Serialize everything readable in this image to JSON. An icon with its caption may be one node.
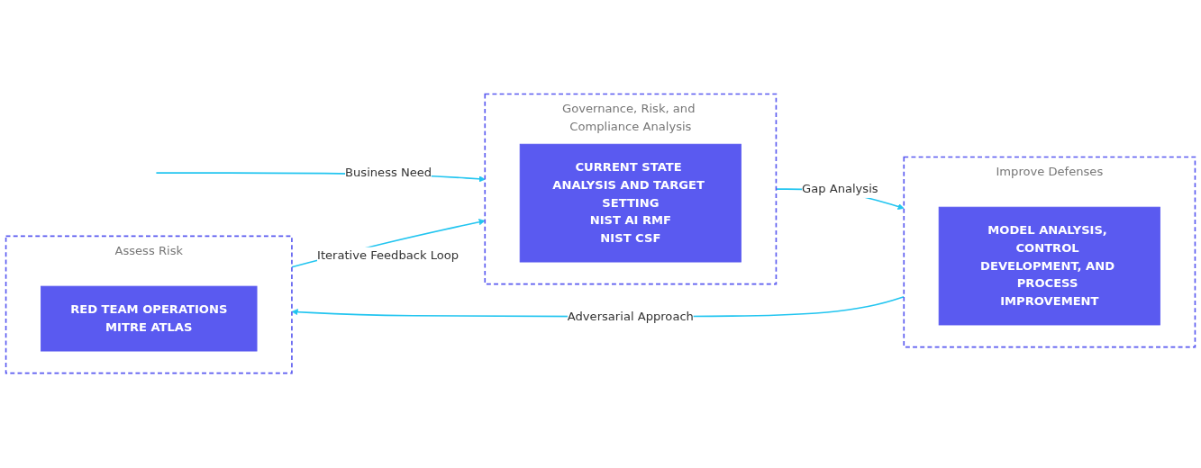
{
  "diagram": {
    "nodes": [
      {
        "text": [
          "Governance, Risk, and Compliance Analysis"
        ]
      },
      {
        "text": [
          "CURRENT STATE ANALYSIS AND TARGET SETTING",
          "NIST AI RMF",
          "NIST CSF"
        ],
        "in": 0
      },
      {
        "text": [
          "Improve Defenses"
        ]
      },
      {
        "text": [
          "MODEL ANALYSIS, CONTROL DEVELOPMENT, AND PROCESS IMPROVEMENT"
        ],
        "in": 2
      },
      {
        "text": [
          "Assess Risk"
        ]
      },
      {
        "text": [
          "RED TEAM OPERATIONS",
          "MITRE ATLAS"
        ],
        "in": 4
      }
    ],
    "edges": [
      {
        "from": null,
        "to": 0,
        "arrow": "to",
        "label": "Business Need"
      },
      {
        "from": 0,
        "to": 2,
        "arrow": "to",
        "label": "Gap Analysis"
      },
      {
        "from": 2,
        "to": 4,
        "arrow": "to",
        "label": "Adversarial Approach"
      },
      {
        "from": 4,
        "to": 0,
        "arrow": "to",
        "label": "Iterative Feedback Loop"
      }
    ]
  }
}
